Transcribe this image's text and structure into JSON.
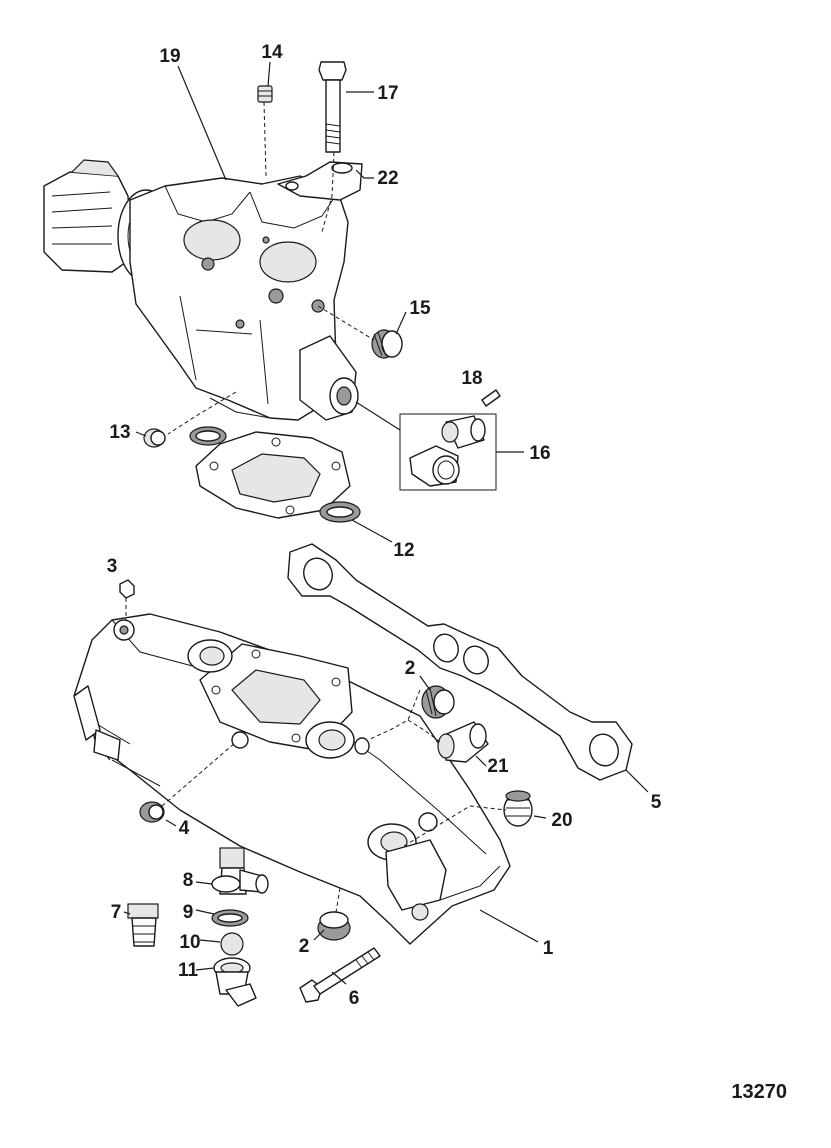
{
  "figure_number": "13270",
  "callouts": [
    {
      "id": "1",
      "label": "1"
    },
    {
      "id": "2a",
      "label": "2"
    },
    {
      "id": "2b",
      "label": "2"
    },
    {
      "id": "3",
      "label": "3"
    },
    {
      "id": "4",
      "label": "4"
    },
    {
      "id": "5",
      "label": "5"
    },
    {
      "id": "6",
      "label": "6"
    },
    {
      "id": "7",
      "label": "7"
    },
    {
      "id": "8",
      "label": "8"
    },
    {
      "id": "9",
      "label": "9"
    },
    {
      "id": "10",
      "label": "10"
    },
    {
      "id": "11",
      "label": "11"
    },
    {
      "id": "12",
      "label": "12"
    },
    {
      "id": "13",
      "label": "13"
    },
    {
      "id": "14",
      "label": "14"
    },
    {
      "id": "15",
      "label": "15"
    },
    {
      "id": "16",
      "label": "16"
    },
    {
      "id": "17",
      "label": "17"
    },
    {
      "id": "18",
      "label": "18"
    },
    {
      "id": "19",
      "label": "19"
    },
    {
      "id": "20",
      "label": "20"
    },
    {
      "id": "21",
      "label": "21"
    },
    {
      "id": "22",
      "label": "22"
    }
  ]
}
